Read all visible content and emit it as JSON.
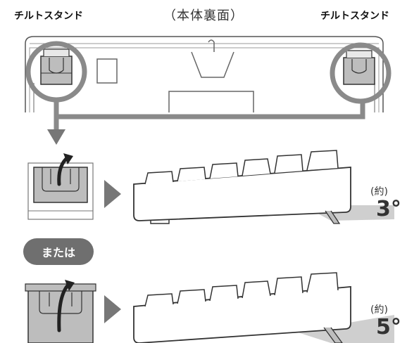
{
  "labels": {
    "tilt_stand_left": "チルトスタンド",
    "tilt_stand_right": "チルトスタンド",
    "view_title": "（本体裏面）",
    "or": "または"
  },
  "angles": [
    {
      "prefix": "(約)",
      "value": "3°"
    },
    {
      "prefix": "(約)",
      "value": "5°"
    }
  ],
  "colors": {
    "stand_gray": "#bdbdbd",
    "circle_gray": "#8a8a8a",
    "arrow_gray": "#777777",
    "badge_gray": "#6f6f6f",
    "outline": "#333333",
    "wedge_gray": "#cfcfcf"
  }
}
